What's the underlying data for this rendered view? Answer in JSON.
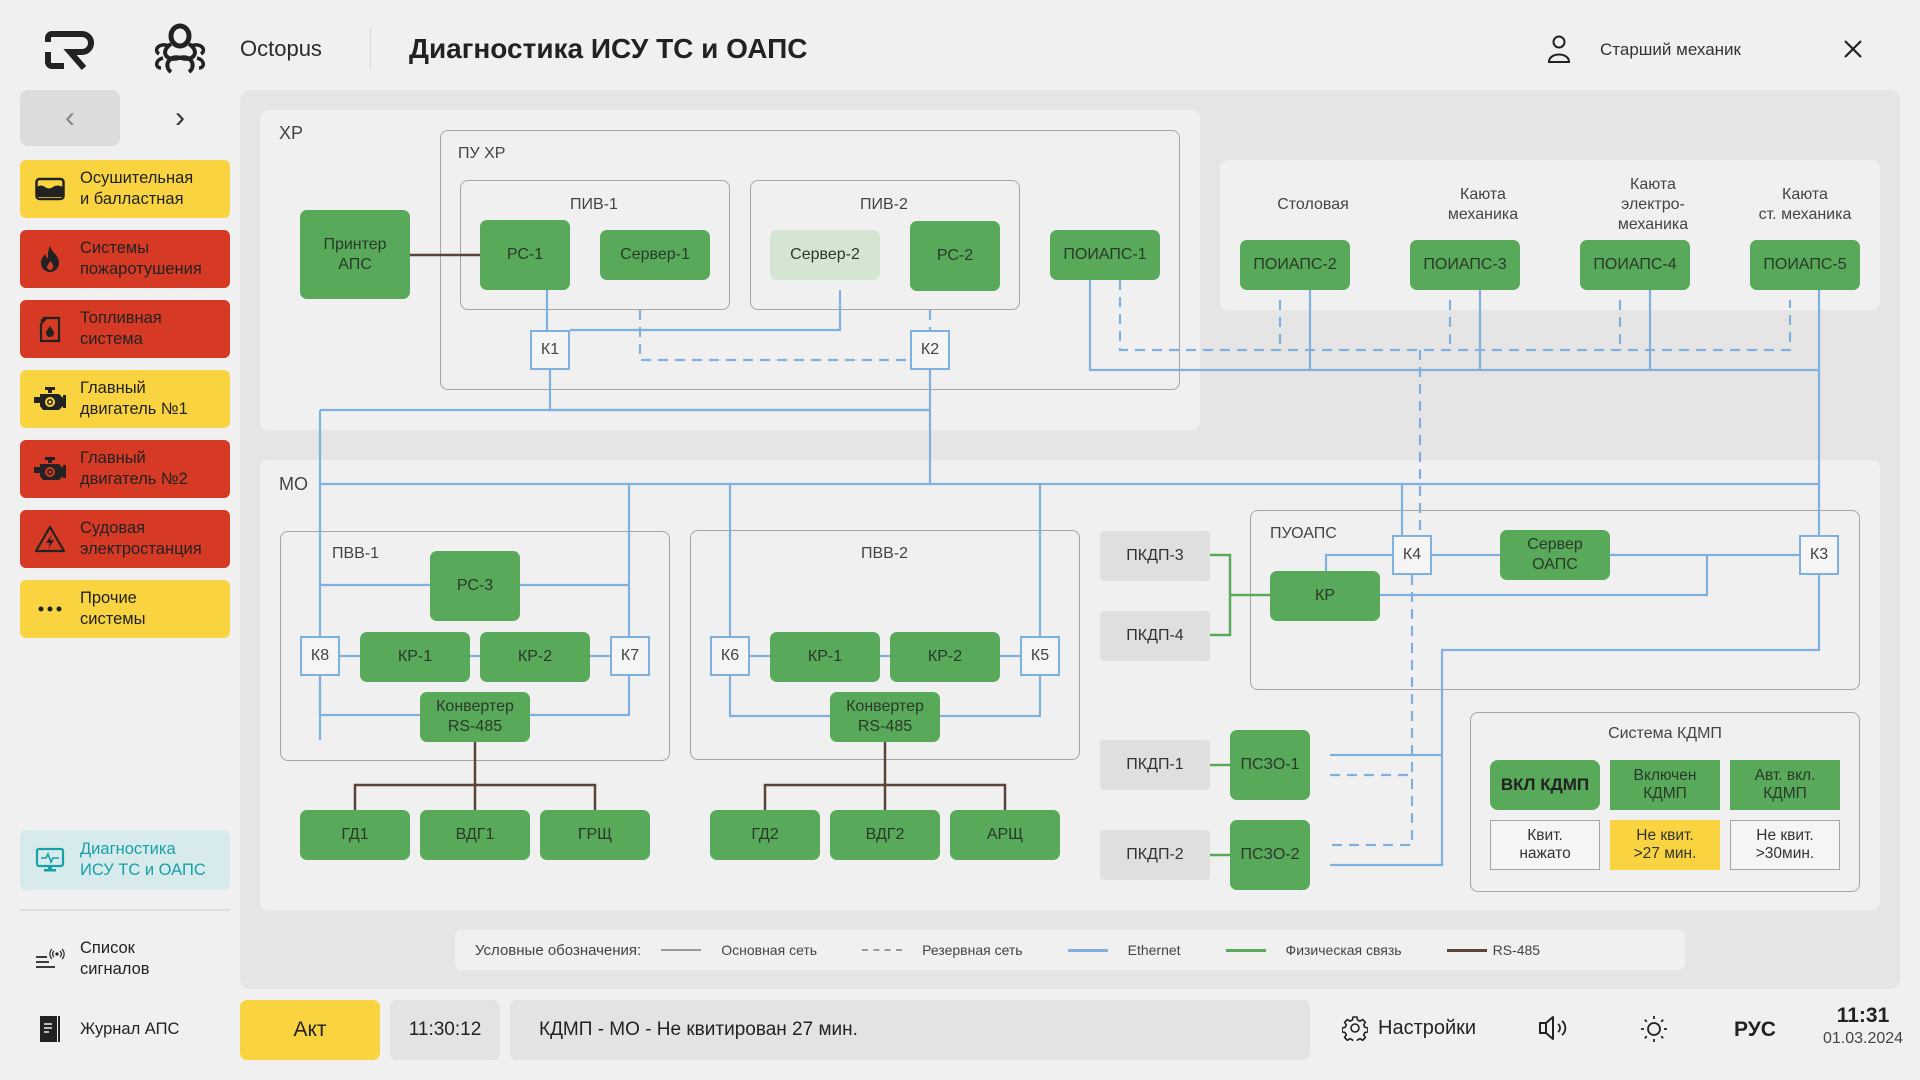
{
  "header": {
    "app_name": "Octopus",
    "title": "Диагностика ИСУ ТС и ОАПС",
    "user": "Старший механик",
    "icons": {
      "brand": "cr-logo-icon",
      "app": "octopus-logo-icon",
      "user": "user-icon",
      "close": "close-icon"
    }
  },
  "sidebar": {
    "nav": {
      "back": "‹",
      "forward": "›"
    },
    "items": [
      {
        "label": "Осушительная\nи балластная",
        "status": "warning",
        "icon": "tank-icon"
      },
      {
        "label": "Системы\nпожаротушения",
        "status": "alarm",
        "icon": "fire-icon"
      },
      {
        "label": "Топливная\nсистема",
        "status": "alarm",
        "icon": "fuel-canister-icon"
      },
      {
        "label": "Главный\nдвигатель №1",
        "status": "warning",
        "icon": "engine-icon"
      },
      {
        "label": "Главный\nдвигатель №2",
        "status": "alarm",
        "icon": "engine-icon"
      },
      {
        "label": "Судовая\nэлектростанция",
        "status": "alarm",
        "icon": "high-voltage-icon"
      },
      {
        "label": "Прочие\nсистемы",
        "status": "warning",
        "icon": "more-icon"
      }
    ],
    "active_item": {
      "label": "Диагностика\nИСУ ТС и ОАПС",
      "icon": "monitor-pulse-icon"
    },
    "bottom_items": [
      {
        "label": "Список\nсигналов",
        "icon": "signal-list-icon"
      },
      {
        "label": "Журнал АПС",
        "icon": "journal-icon"
      }
    ]
  },
  "diagram": {
    "zones": {
      "xr": "ХР",
      "mo": "МО"
    },
    "groups": {
      "pu_xr": "ПУ ХР",
      "piv1": "ПИВ-1",
      "piv2": "ПИВ-2",
      "pvv1": "ПВВ-1",
      "pvv2": "ПВВ-2",
      "puoaps": "ПУОАПС"
    },
    "cabins": [
      {
        "label": "Столовая",
        "device": "ПОИАПС-2"
      },
      {
        "label": "Каюта\nмеханика",
        "device": "ПОИАПС-3"
      },
      {
        "label": "Каюта\nэлектро-\nмеханика",
        "device": "ПОИАПС-4"
      },
      {
        "label": "Каюта\nст. механика",
        "device": "ПОИАПС-5"
      }
    ],
    "nodes": {
      "printer": "Принтер\nАПС",
      "rs1": "РС-1",
      "server1": "Сервер-1",
      "server2": "Сервер-2",
      "rs2": "РС-2",
      "poiaps1": "ПОИАПС-1",
      "rs3": "РС-3",
      "pvv1_kr1": "КР-1",
      "pvv1_kr2": "КР-2",
      "pvv1_conv": "Конвертер\nRS-485",
      "pvv2_kr1": "КР-1",
      "pvv2_kr2": "КР-2",
      "pvv2_conv": "Конвертер\nRS-485",
      "gd1": "ГД1",
      "vdg1": "ВДГ1",
      "grsch": "ГРЩ",
      "gd2": "ГД2",
      "vdg2": "ВДГ2",
      "arsch": "АРЩ",
      "kr": "КР",
      "server_oaps": "Сервер\nОАПС",
      "pszo1": "ПСЗО-1",
      "pszo2": "ПСЗО-2",
      "pkdp1": "ПКДП-1",
      "pkdp2": "ПКДП-2",
      "pkdp3": "ПКДП-3",
      "pkdp4": "ПКДП-4"
    },
    "switches": {
      "k1": "К1",
      "k2": "К2",
      "k3": "К3",
      "k4": "К4",
      "k5": "К5",
      "k6": "К6",
      "k7": "К7",
      "k8": "К8"
    },
    "kdmp": {
      "title": "Система КДМП",
      "buttons": [
        {
          "label": "ВКЛ КДМП",
          "state": "on"
        },
        {
          "label": "Включен\nКДМП",
          "state": "on"
        },
        {
          "label": "Авт. вкл.\nКДМП",
          "state": "on"
        },
        {
          "label": "Квит.\nнажато",
          "state": "off"
        },
        {
          "label": "Не квит.\n>27 мин.",
          "state": "warning"
        },
        {
          "label": "Не квит.\n>30мин.",
          "state": "off"
        }
      ]
    },
    "colors": {
      "ethernet": "#7fb0de",
      "physical": "#58a959",
      "rs485": "#5a4438",
      "main_net": "#999999",
      "node_ok": "#58a959",
      "node_inactive": "#d4e5d3",
      "warning": "#f9d440",
      "alarm": "#d63a24"
    }
  },
  "legend": {
    "title": "Условные обозначения:",
    "items": [
      {
        "label": "Основная сеть",
        "style": "solid",
        "color": "#999999"
      },
      {
        "label": "Резервная сеть",
        "style": "dashed",
        "color": "#999999"
      },
      {
        "label": "Ethernet",
        "style": "solid",
        "color": "#7fb0de"
      },
      {
        "label": "Физическая связь",
        "style": "solid",
        "color": "#58a959"
      },
      {
        "label": "RS-485",
        "style": "solid",
        "color": "#5a4438"
      }
    ]
  },
  "footer": {
    "act_label": "Акт",
    "event_time": "11:30:12",
    "event_message": "КДМП - МО - Не квитирован 27 мин.",
    "settings_label": "Настройки",
    "language": "РУС",
    "clock_time": "11:31",
    "clock_date": "01.03.2024"
  }
}
